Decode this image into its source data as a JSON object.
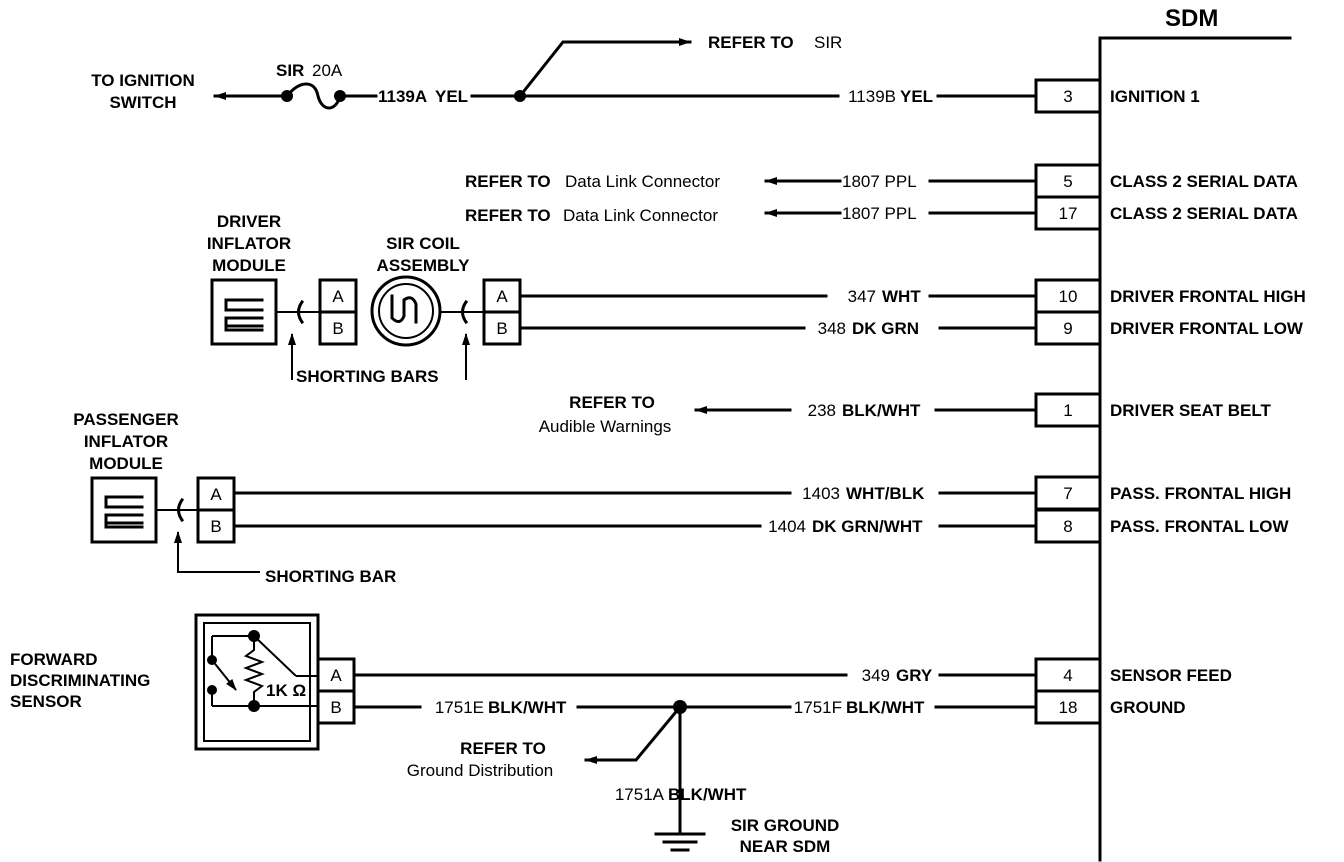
{
  "sdm": {
    "title": "SDM"
  },
  "ignition": {
    "to_switch": [
      "TO IGNITION",
      "SWITCH"
    ],
    "fuse_label": "SIR",
    "fuse_rating": "20A",
    "wire_a_num": "1139A",
    "wire_a_color": "YEL",
    "refer_prefix": "REFER TO",
    "refer_target": "SIR",
    "wire_b_num": "1139B",
    "wire_b_color": "YEL",
    "pin": "3",
    "pin_label": "IGNITION 1"
  },
  "serial_data": [
    {
      "refer_prefix": "REFER TO",
      "target": "Data Link Connector",
      "wire": "1807 PPL",
      "pin": "5",
      "label": "CLASS 2 SERIAL DATA"
    },
    {
      "refer_prefix": "REFER TO",
      "target": "Data Link Connector",
      "wire": "1807 PPL",
      "pin": "17",
      "label": "CLASS 2 SERIAL DATA"
    }
  ],
  "driver_module": {
    "name": [
      "DRIVER",
      "INFLATOR",
      "MODULE"
    ],
    "coil": [
      "SIR COIL",
      "ASSEMBLY"
    ],
    "shorting_bars": "SHORTING BARS",
    "conn_a": "A",
    "conn_b": "B",
    "high_wire_num": "347",
    "high_wire_color": "WHT",
    "high_pin": "10",
    "high_label": "DRIVER FRONTAL HIGH",
    "low_wire_num": "348",
    "low_wire_color": "DK GRN",
    "low_pin": "9",
    "low_label": "DRIVER FRONTAL LOW"
  },
  "seat_belt": {
    "refer_prefix": "REFER TO",
    "target": "Audible Warnings",
    "wire_num": "238",
    "wire_color": "BLK/WHT",
    "pin": "1",
    "label": "DRIVER SEAT BELT"
  },
  "passenger_module": {
    "name": [
      "PASSENGER",
      "INFLATOR",
      "MODULE"
    ],
    "shorting_bar": "SHORTING BAR",
    "conn_a": "A",
    "conn_b": "B",
    "high_wire_num": "1403",
    "high_wire_color": "WHT/BLK",
    "high_pin": "7",
    "high_label": "PASS. FRONTAL HIGH",
    "low_wire_num": "1404",
    "low_wire_color": "DK GRN/WHT",
    "low_pin": "8",
    "low_label": "PASS. FRONTAL LOW"
  },
  "sensor": {
    "name": [
      "FORWARD",
      "DISCRIMINATING",
      "SENSOR"
    ],
    "resistor": "1K Ω",
    "conn_a": "A",
    "conn_b": "B",
    "feed_wire_num": "349",
    "feed_wire_color": "GRY",
    "feed_pin": "4",
    "feed_label": "SENSOR FEED",
    "gnd_wire_e_num": "1751E",
    "gnd_wire_e_color": "BLK/WHT",
    "gnd_wire_f_num": "1751F",
    "gnd_wire_f_color": "BLK/WHT",
    "gnd_pin": "18",
    "gnd_label": "GROUND",
    "refer_prefix": "REFER TO",
    "refer_target": "Ground Distribution",
    "gnd_wire_a_num": "1751A",
    "gnd_wire_a_color": "BLK/WHT",
    "ground_label": [
      "SIR GROUND",
      "NEAR SDM"
    ]
  }
}
